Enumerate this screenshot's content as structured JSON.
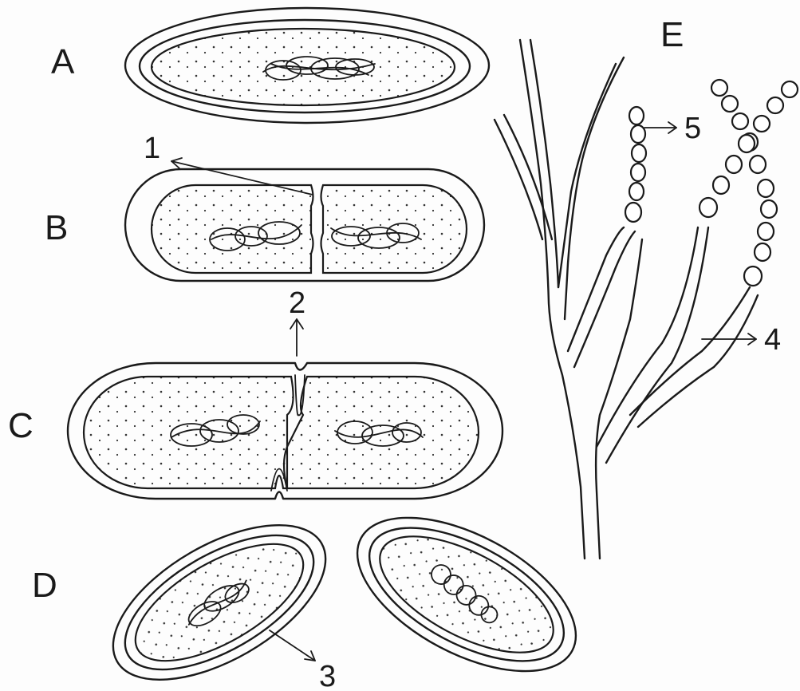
{
  "figure": {
    "labels": {
      "A": "A",
      "B": "B",
      "C": "C",
      "D": "D",
      "E": "E"
    },
    "callouts": {
      "1": "1",
      "2": "2",
      "3": "3",
      "4": "4",
      "5": "5"
    }
  }
}
